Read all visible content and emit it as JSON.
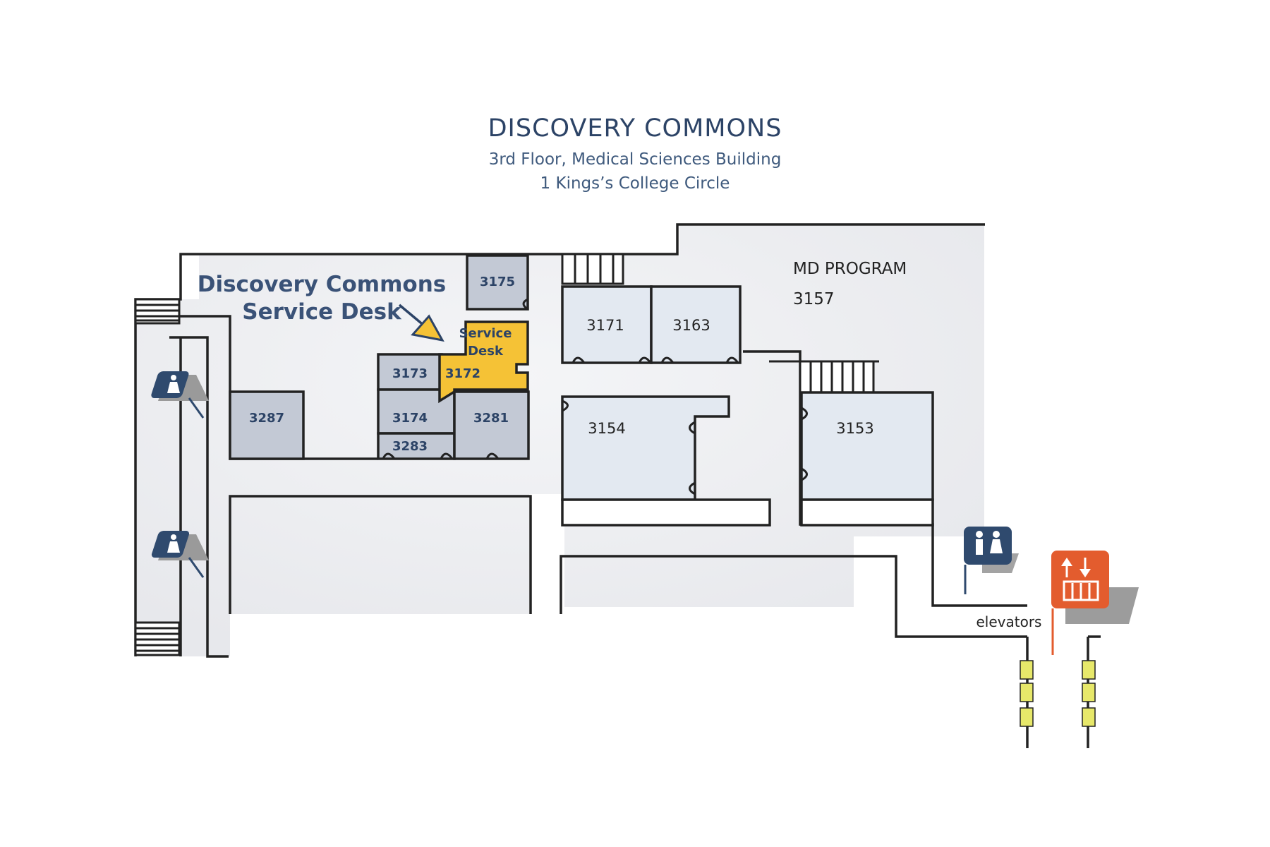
{
  "header": {
    "title": "DISCOVERY COMMONS",
    "subtitle": "3rd Floor, Medical Sciences Building",
    "address": "1 Kings’s College Circle"
  },
  "callout": {
    "line1": "Discovery Commons",
    "line2": "Service Desk"
  },
  "service_desk": {
    "line1": "Service",
    "line2": "Desk",
    "room": "3172"
  },
  "rooms": {
    "r3175": "3175",
    "r3173": "3173",
    "r3174": "3174",
    "r3283": "3283",
    "r3281": "3281",
    "r3287": "3287",
    "r3171": "3171",
    "r3163": "3163",
    "r3154": "3154",
    "r3153": "3153"
  },
  "program": {
    "name": "MD PROGRAM",
    "room": "3157"
  },
  "elevators_label": "elevators",
  "icons": [
    "womens-washroom-icon",
    "mens-washroom-icon",
    "all-gender-washroom-icon",
    "elevator-icon"
  ],
  "colors": {
    "title": "#2c4366",
    "wall": "#222222",
    "room_grey": "#c3c9d5",
    "room_light": "#e3e9f1",
    "service_desk": "#f5c236",
    "washroom_sign": "#2f4a6e",
    "elevator_sign": "#e35c2e",
    "door_marker": "#e7e86a"
  }
}
